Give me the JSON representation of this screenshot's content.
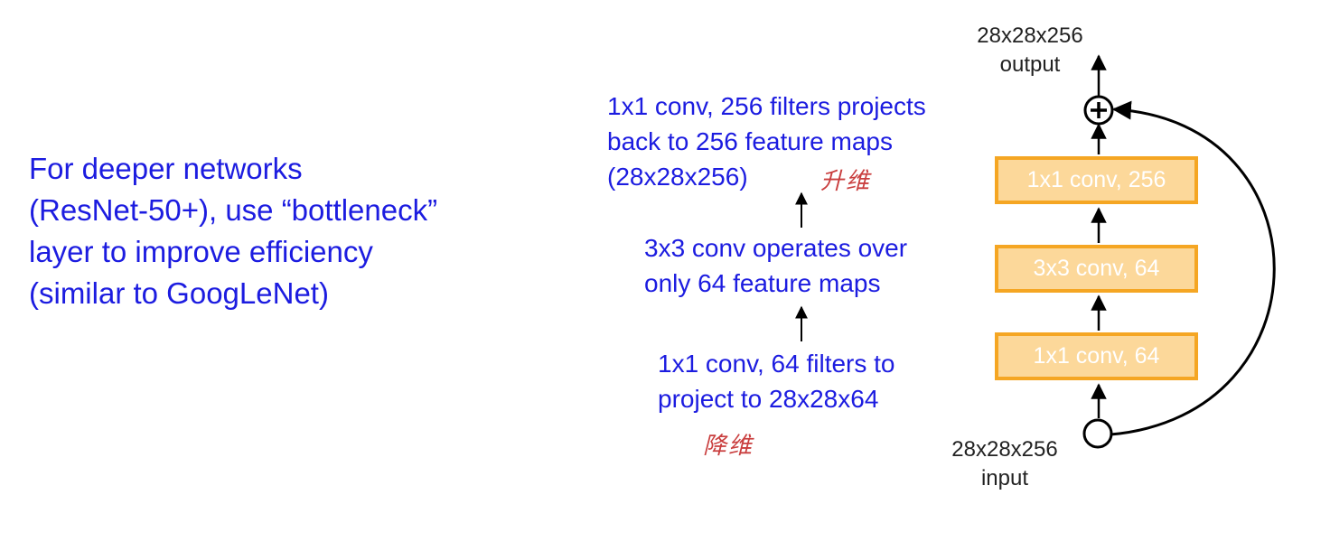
{
  "intro": {
    "line1": "For deeper networks",
    "line2": "(ResNet-50+), use “bottleneck”",
    "line3": "layer to improve efficiency",
    "line4": "(similar to GoogLeNet)"
  },
  "annotations": {
    "top": {
      "line1": "1x1 conv, 256 filters projects",
      "line2": "back to 256 feature maps",
      "line3": "(28x28x256)"
    },
    "middle": {
      "line1": "3x3 conv operates over",
      "line2": "only 64 feature maps"
    },
    "bottom": {
      "line1": "1x1 conv, 64 filters to",
      "line2": "project to 28x28x64"
    },
    "handwritten_top": "升维",
    "handwritten_bottom": "降维"
  },
  "diagram": {
    "output_dims": "28x28x256",
    "output_label": "output",
    "input_dims": "28x28x256",
    "input_label": "input",
    "layers": [
      "1x1 conv, 256",
      "3x3 conv, 64",
      "1x1 conv, 64"
    ],
    "box_color": "#f5a623",
    "box_fill": "#fcd89a",
    "text_color": "#1c1ce0",
    "handwriting_color": "#c42a2a"
  }
}
